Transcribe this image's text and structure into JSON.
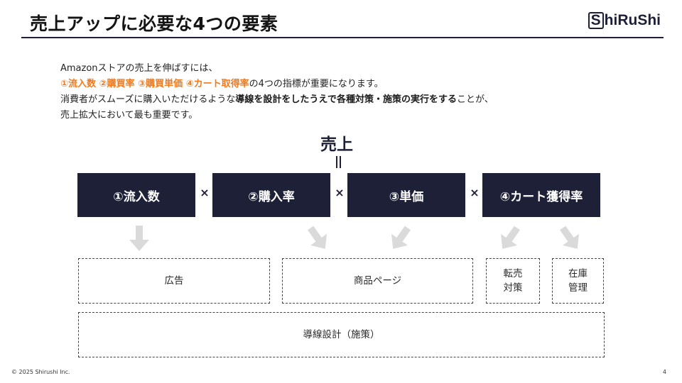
{
  "slide": {
    "title": "売上アップに必要な4つの要素",
    "page_number": "4",
    "copyright": "© 2025 Shirushi Inc."
  },
  "logo": {
    "mark": "S",
    "text": "hiRuShi"
  },
  "intro": {
    "line1": "Amazonストアの売上を伸ばすには、",
    "line2_accent": "①流入数 ②購買率 ③購買単価 ④カート取得率",
    "line2_rest": "の4つの指標が重要になります。",
    "line3_pre": "消費者がスムーズに購入いただけるような",
    "line3_strong": "導線を設計をしたうえで各種対策・施策の実行をする",
    "line3_post": "ことが、",
    "line4": "売上拡大において最も重要です。"
  },
  "formula": {
    "result": "売上",
    "operator": "×",
    "factors": [
      "①流入数",
      "②購入率",
      "③単価",
      "④カート獲得率"
    ]
  },
  "measures": {
    "ads": "広告",
    "product_page": "商品ページ",
    "resale_line1": "転売",
    "resale_line2": "対策",
    "inventory_line1": "在庫",
    "inventory_line2": "管理",
    "flow_design": "導線設計（施策）"
  },
  "colors": {
    "navy": "#1d2036",
    "accent_orange": "#f07a1f",
    "arrow_gray": "#dadada"
  }
}
